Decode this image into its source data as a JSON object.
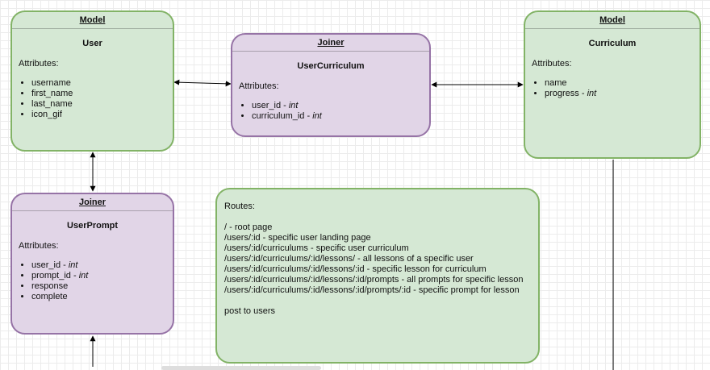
{
  "user": {
    "header": "Model",
    "title": "User",
    "attr_label": "Attributes:",
    "items": [
      {
        "name": "username",
        "type": ""
      },
      {
        "name": "first_name",
        "type": ""
      },
      {
        "name": "last_name",
        "type": ""
      },
      {
        "name": "icon_gif",
        "type": ""
      }
    ]
  },
  "user_curriculum": {
    "header": "Joiner",
    "title": "UserCurriculum",
    "attr_label": "Attributes:",
    "items": [
      {
        "name": "user_id - ",
        "type": "int"
      },
      {
        "name": "curriculum_id - ",
        "type": "int"
      }
    ]
  },
  "curriculum": {
    "header": "Model",
    "title": "Curriculum",
    "attr_label": "Attributes:",
    "items": [
      {
        "name": "name",
        "type": ""
      },
      {
        "name": "progress - ",
        "type": "int"
      }
    ]
  },
  "user_prompt": {
    "header": "Joiner",
    "title": "UserPrompt",
    "attr_label": "Attributes:",
    "items": [
      {
        "name": "user_id - ",
        "type": "int"
      },
      {
        "name": "prompt_id - ",
        "type": "int"
      },
      {
        "name": "response",
        "type": ""
      },
      {
        "name": "complete",
        "type": ""
      }
    ]
  },
  "routes": {
    "title": "Routes:",
    "lines": [
      "/ - root page",
      "/users/:id - specific user landing page",
      "/users/:id/curriculums - specific user curriculum",
      "/users/:id/curriculums/:id/lessons/ - all lessons of a specific user",
      "/users/:id/curriculums/:id/lessons/:id - specific lesson for curriculum",
      "/users/:id/curriculums/:id/lessons/:id/prompts - all prompts for specific lesson",
      "/users/:id/curriculums/:id/lessons/:id/prompts/:id - specific prompt for lesson"
    ],
    "footer": "post to users"
  },
  "colors": {
    "model_fill": "#d5e8d4",
    "model_stroke": "#82b366",
    "joiner_fill": "#e1d5e7",
    "joiner_stroke": "#9673a6"
  }
}
